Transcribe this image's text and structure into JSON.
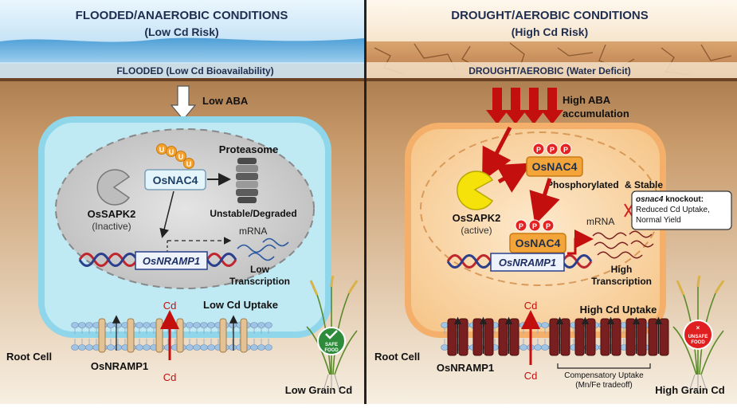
{
  "left": {
    "title": "FLOODED/ANAEROBIC CONDITIONS",
    "subtitle": "(Low Cd Risk)",
    "band_label": "FLOODED (Low Cd Bioavailability)",
    "aba_label": "Low ABA",
    "proteasome": "Proteasome",
    "nac4": "OsNAC4",
    "ub": "U",
    "unstable": "Unstable/Degraded",
    "sapk2": "OsSAPK2",
    "sapk2_state": "(Inactive)",
    "gene": "OsNRAMP1",
    "mrna": "mRNA",
    "transcription_1": "Low",
    "transcription_2": "Transcription",
    "cd_top": "Cd",
    "cd_bottom": "Cd",
    "uptake": "Low Cd Uptake",
    "root_cell": "Root Cell",
    "transporter": "OsNRAMP1",
    "grain": "Low Grain Cd",
    "badge_1": "SAFE",
    "badge_2": "FOOD"
  },
  "right": {
    "title": "DROUGHT/AEROBIC CONDITIONS",
    "subtitle": "(High Cd Risk)",
    "band_label": "DROUGHT/AEROBIC (Water Deficit)",
    "aba_label_1": "High ABA",
    "aba_label_2": "accumulation",
    "nac4": "OsNAC4",
    "p": "P",
    "phospho": "Phosphorylated",
    "stable": "& Stable",
    "sapk2": "OsSAPK2",
    "sapk2_state": "(active)",
    "gene": "OsNRAMP1",
    "mrna": "mRNA",
    "knockout_title": "osnac4",
    "knockout_title_rest": " knockout:",
    "knockout_line2": "Reduced Cd Uptake,",
    "knockout_line3": "Normal Yield",
    "transcription_1": "High",
    "transcription_2": "Transcription",
    "cd_top": "Cd",
    "cd_bottom": "Cd",
    "uptake": "High Cd Uptake",
    "root_cell": "Root Cell",
    "transporter": "OsNRAMP1",
    "comp_1": "Compensatory Uptake",
    "comp_2": "(Mn/Fe tradeoff)",
    "grain": "High Grain Cd",
    "badge_1": "UNSAFE",
    "badge_2": "FOOD"
  },
  "colors": {
    "soil_top": "#8a5a2f",
    "soil_bottom": "#f7efe2",
    "left_cell": "#bfe9f3",
    "right_cell": "#fbd9a8",
    "arrow_red": "#c40f0f",
    "nac4_box": "#f3a53a",
    "left_nucleus": "#cfcfcf",
    "transporter_dark": "#7a1f1f",
    "transporter_light": "#e3c296"
  },
  "icons": [
    "down-arrow-icon",
    "proteasome-icon",
    "pacman-kinase-icon",
    "dna-helix-icon",
    "mrna-wave-icon",
    "rice-plant-icon",
    "safe-food-badge",
    "unsafe-food-badge",
    "phosphate-icon",
    "ubiquitin-icon",
    "red-x-icon"
  ]
}
